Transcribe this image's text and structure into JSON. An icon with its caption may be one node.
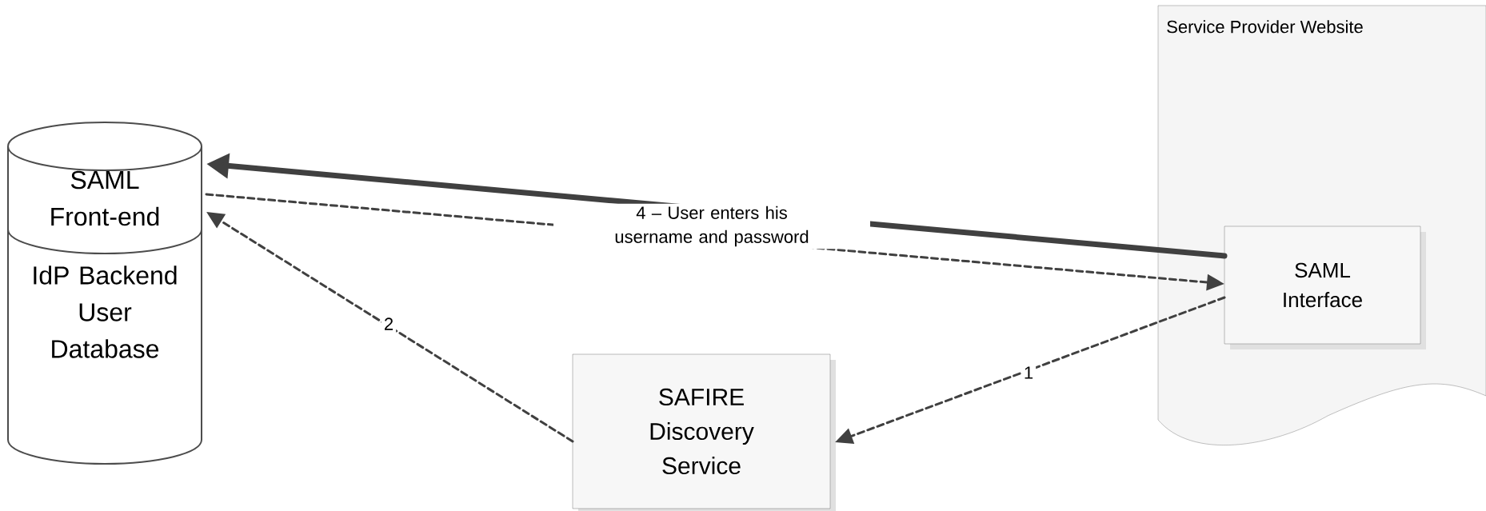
{
  "diagram": {
    "nodes": [
      {
        "text": [
          "SAML Front-end",
          "IdP Backend User Database"
        ]
      },
      {
        "text": [
          "Service Provider Website"
        ]
      },
      {
        "text": [
          "SAML Interface"
        ],
        "in": 1
      },
      {
        "text": [
          "SAFIRE Discovery Service"
        ]
      }
    ],
    "edges": [
      {
        "from": 2,
        "to": 0,
        "arrow": "to",
        "style": "thick",
        "label": "4 – User enters his username and password"
      },
      {
        "from": 0,
        "to": 2,
        "arrow": "to",
        "style": "dashed"
      },
      {
        "from": 3,
        "to": 0,
        "arrow": "to",
        "style": "dashed",
        "label": "2"
      },
      {
        "from": 2,
        "to": 3,
        "arrow": "to",
        "style": "dashed",
        "label": "1"
      }
    ]
  }
}
